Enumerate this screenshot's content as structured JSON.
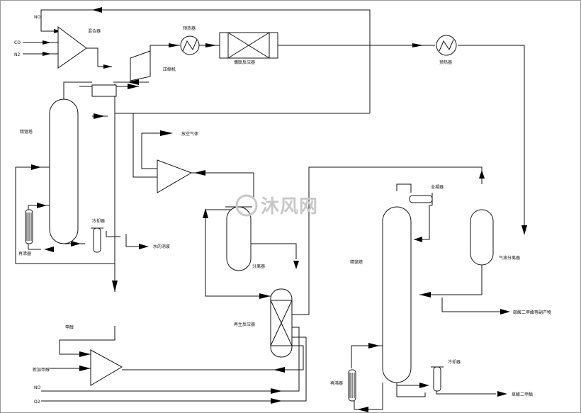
{
  "labels": {
    "mixer1": "混合器",
    "preheater1": "预热器",
    "coupling_reactor": "偶联反应器",
    "compressor": "压缩机",
    "preheater2": "预热器",
    "rectifier1": "精馏塔",
    "vent_gas": "放空气体",
    "cooler1": "冷却器",
    "reboiler1": "再沸器",
    "water_waste": "水的消废",
    "separator": "分离器",
    "condenser": "全凝器",
    "rectifier2": "精馏塔",
    "gas_liquid_separator": "气液分离器",
    "regen_reactor": "再生反应器",
    "methanol": "甲醇",
    "add_methanol": "新加甲醇",
    "byproduct": "碳酸二甲酯等副产物",
    "cooler2": "冷却器",
    "reboiler2": "再沸器",
    "product": "草酸二甲酯",
    "in_no_top": "NO",
    "in_co": "CO",
    "in_n2": "N2",
    "in_no_bottom": "NO",
    "in_o2": "O2"
  },
  "watermark": {
    "text": "沐风网"
  }
}
